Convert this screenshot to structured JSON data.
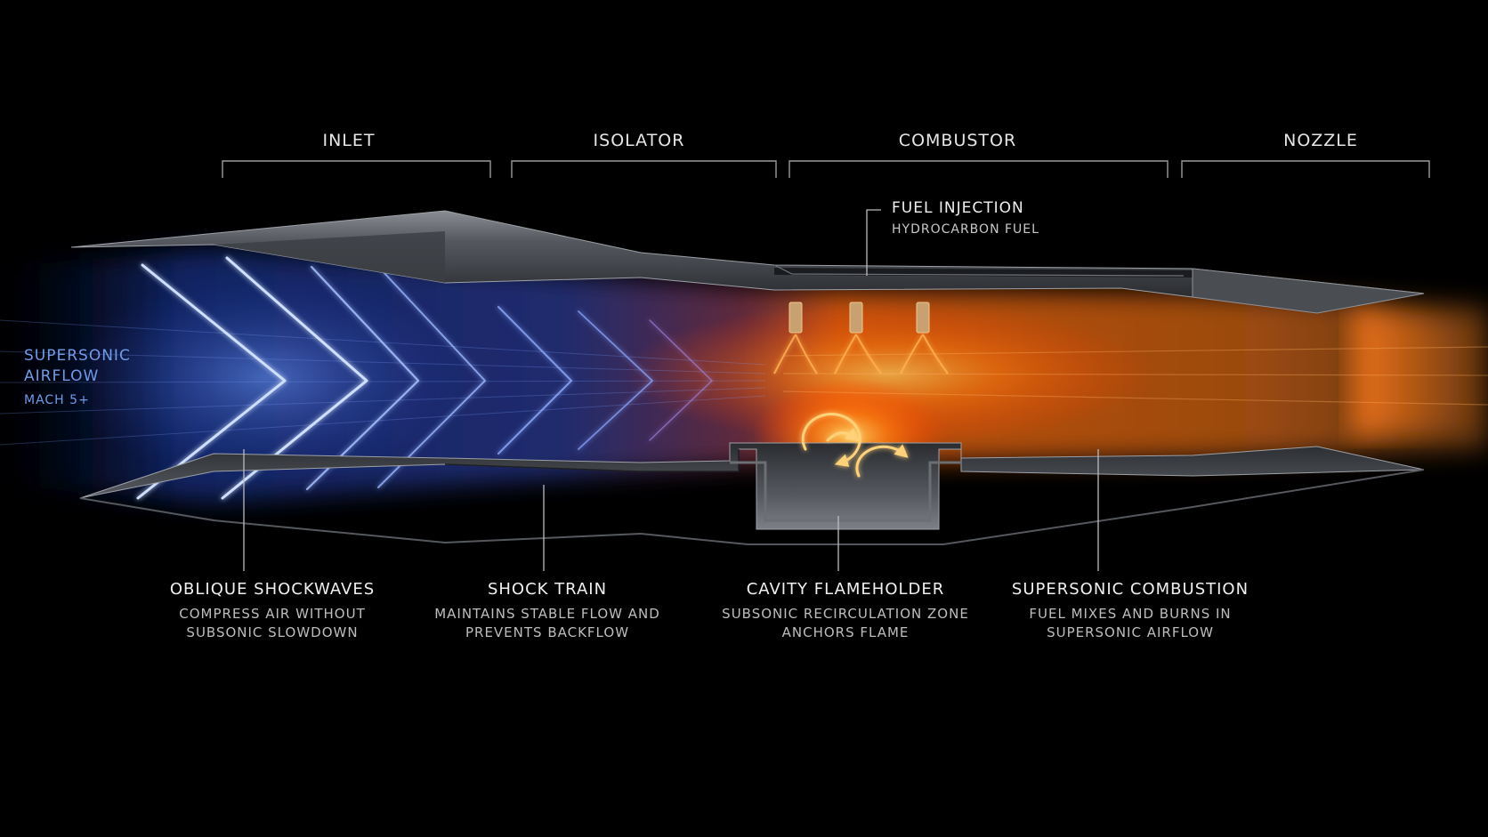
{
  "sections": [
    {
      "id": "inlet",
      "label": "INLET"
    },
    {
      "id": "isolator",
      "label": "ISOLATOR"
    },
    {
      "id": "combustor",
      "label": "COMBUSTOR"
    },
    {
      "id": "nozzle",
      "label": "NOZZLE"
    }
  ],
  "airflow": {
    "title_line1": "SUPERSONIC",
    "title_line2": "AIRFLOW",
    "speed": "MACH 5+"
  },
  "fuel_injection": {
    "title": "FUEL INJECTION",
    "detail": "HYDROCARBON FUEL"
  },
  "callouts": [
    {
      "title": "OBLIQUE SHOCKWAVES",
      "line1": "COMPRESS AIR WITHOUT",
      "line2": "SUBSONIC SLOWDOWN"
    },
    {
      "title": "SHOCK TRAIN",
      "line1": "MAINTAINS STABLE FLOW AND",
      "line2": "PREVENTS BACKFLOW"
    },
    {
      "title": "CAVITY FLAMEHOLDER",
      "line1": "SUBSONIC RECIRCULATION ZONE",
      "line2": "ANCHORS FLAME"
    },
    {
      "title": "SUPERSONIC COMBUSTION",
      "line1": "FUEL MIXES AND BURNS IN",
      "line2": "SUPERSONIC AIRFLOW"
    }
  ],
  "colors": {
    "background": "#000000",
    "cold_flow": "#5b8cff",
    "hot_flow": "#ff7a1a",
    "metal": "#4a4d52",
    "label_blue": "#6f9be8"
  }
}
